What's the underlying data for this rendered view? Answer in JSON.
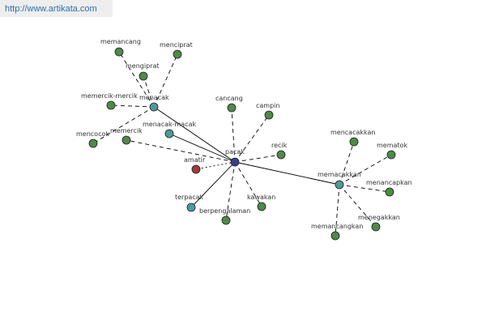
{
  "site": {
    "url": "http://www.artikata.com"
  },
  "graph": {
    "colors": {
      "center": "#3a3f8f",
      "hub": "#4f9a99",
      "leaf": "#4f8a48",
      "special": "#a23a3a",
      "edge": "#000000"
    },
    "nodes": [
      {
        "id": "pacak",
        "label": "pacak",
        "kind": "center"
      },
      {
        "id": "menacak",
        "label": "menacak",
        "kind": "hub"
      },
      {
        "id": "memacakkan",
        "label": "memacakkan",
        "kind": "hub"
      },
      {
        "id": "menacak-macak",
        "label": "menacak-macak",
        "kind": "hub"
      },
      {
        "id": "terpacak",
        "label": "terpacak",
        "kind": "hub"
      },
      {
        "id": "amatir",
        "label": "amatir",
        "kind": "special"
      },
      {
        "id": "memancang",
        "label": "memancang",
        "kind": "leaf"
      },
      {
        "id": "menciprat",
        "label": "menciprat",
        "kind": "leaf"
      },
      {
        "id": "mengiprat",
        "label": "mengiprat",
        "kind": "leaf"
      },
      {
        "id": "memercik-mercik",
        "label": "memercik-mercik",
        "kind": "leaf"
      },
      {
        "id": "mencocok",
        "label": "mencocok",
        "kind": "leaf"
      },
      {
        "id": "memercik",
        "label": "memercik",
        "kind": "leaf"
      },
      {
        "id": "cancang",
        "label": "cancang",
        "kind": "leaf"
      },
      {
        "id": "campin",
        "label": "campin",
        "kind": "leaf"
      },
      {
        "id": "recik",
        "label": "recik",
        "kind": "leaf"
      },
      {
        "id": "kawakan",
        "label": "kawakan",
        "kind": "leaf"
      },
      {
        "id": "berpengalaman",
        "label": "berpengalaman",
        "kind": "leaf"
      },
      {
        "id": "mencacakkan",
        "label": "mencacakkan",
        "kind": "leaf"
      },
      {
        "id": "mematok",
        "label": "mematok",
        "kind": "leaf"
      },
      {
        "id": "menancapkan",
        "label": "menancapkan",
        "kind": "leaf"
      },
      {
        "id": "menegakkan",
        "label": "menegakkan",
        "kind": "leaf"
      },
      {
        "id": "memancangkan",
        "label": "memancangkan",
        "kind": "leaf"
      }
    ],
    "edges": [
      {
        "from": "pacak",
        "to": "menacak",
        "style": "solid"
      },
      {
        "from": "pacak",
        "to": "memacakkan",
        "style": "solid"
      },
      {
        "from": "pacak",
        "to": "menacak-macak",
        "style": "solid"
      },
      {
        "from": "pacak",
        "to": "terpacak",
        "style": "solid"
      },
      {
        "from": "pacak",
        "to": "amatir",
        "style": "dotted"
      },
      {
        "from": "pacak",
        "to": "cancang",
        "style": "dashed"
      },
      {
        "from": "pacak",
        "to": "campin",
        "style": "dashed"
      },
      {
        "from": "pacak",
        "to": "recik",
        "style": "dashed"
      },
      {
        "from": "pacak",
        "to": "kawakan",
        "style": "dashed"
      },
      {
        "from": "pacak",
        "to": "berpengalaman",
        "style": "dashed"
      },
      {
        "from": "pacak",
        "to": "memercik",
        "style": "dashed"
      },
      {
        "from": "menacak",
        "to": "memancang",
        "style": "dashed"
      },
      {
        "from": "menacak",
        "to": "menciprat",
        "style": "dashed"
      },
      {
        "from": "menacak",
        "to": "mengiprat",
        "style": "dashed"
      },
      {
        "from": "menacak",
        "to": "memercik-mercik",
        "style": "dashed"
      },
      {
        "from": "menacak",
        "to": "mencocok",
        "style": "dashed"
      },
      {
        "from": "memacakkan",
        "to": "mencacakkan",
        "style": "dashed"
      },
      {
        "from": "memacakkan",
        "to": "mematok",
        "style": "dashed"
      },
      {
        "from": "memacakkan",
        "to": "menancapkan",
        "style": "dashed"
      },
      {
        "from": "memacakkan",
        "to": "menegakkan",
        "style": "dashed"
      },
      {
        "from": "memacakkan",
        "to": "memancangkan",
        "style": "dashed"
      }
    ]
  }
}
